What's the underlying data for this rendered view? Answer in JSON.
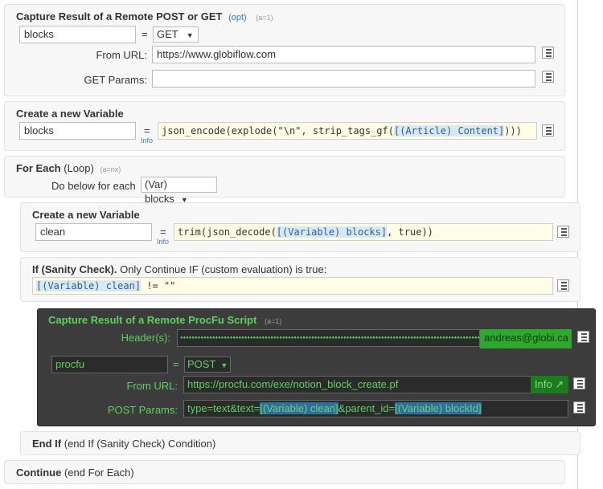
{
  "block1": {
    "title": "Capture Result of a Remote POST or GET",
    "opt": "(opt)",
    "hint": "(a=1)",
    "var_value": "blocks",
    "eq": "=",
    "method": "GET",
    "from_url_label": "From URL:",
    "from_url": "https://www.globiflow.com",
    "params_label": "GET Params:",
    "params_value": ""
  },
  "block2": {
    "title": "Create a new Variable",
    "var_value": "blocks",
    "eq": "=",
    "info": "Info",
    "code_pre": "json_encode(explode(\"\\n\", strip_tags_gf(",
    "code_tok": "[(Article) Content]",
    "code_post": ")))"
  },
  "block3": {
    "title": "For Each",
    "title_rest": "(Loop)",
    "hint": "(a=nx)",
    "do_below_label": "Do below for each",
    "select_value": "(Var) blocks"
  },
  "block4": {
    "title": "Create a new Variable",
    "var_value": "clean",
    "eq": "=",
    "info": "Info",
    "code_pre": "trim(json_decode(",
    "code_tok": "[(Variable) blocks]",
    "code_post": ", true))"
  },
  "block5": {
    "title": "If (Sanity Check).",
    "title_rest": "Only Continue IF (custom evaluation) is true:",
    "code_tok": "[(Variable) clean]",
    "code_post": " != \"\""
  },
  "block6": {
    "title": "Capture Result of a Remote ProcFu Script",
    "hint": "(a=1)",
    "headers_label": "Header(s):",
    "header_dots": "●●●●●●●●●●●●●●●●●●●●●●●●●●●●●●●●●●●●●●●●●●●●●●●●●●●●●●●●●●●●●●●●●●●●●●●●●●●●●●●●●●●●●●●●●●●●●●●●●●●●●●●●●●●●●●●●●●●●●●●●●●●●●●●●●●●●●●●●●●●●●●●●●●●●●●●●●●●●●●●●●●●●●",
    "header_user": "andreas@globi.ca",
    "var_value": "procfu",
    "eq": "=",
    "method": "POST",
    "from_url_label": "From URL:",
    "from_url": "https://procfu.com/exe/notion_block_create.pf",
    "info_button": "Info ↗",
    "post_params_label": "POST Params:",
    "p1": "type=text&text=",
    "p1_tok": "[(Variable) clean]",
    "p2": "&parent_id=",
    "p2_tok": "[(Variable) blockId]"
  },
  "block7": {
    "title": "End If",
    "title_rest": "(end If (Sanity Check) Condition)"
  },
  "block8": {
    "title": "Continue",
    "title_rest": "(end For Each)"
  }
}
